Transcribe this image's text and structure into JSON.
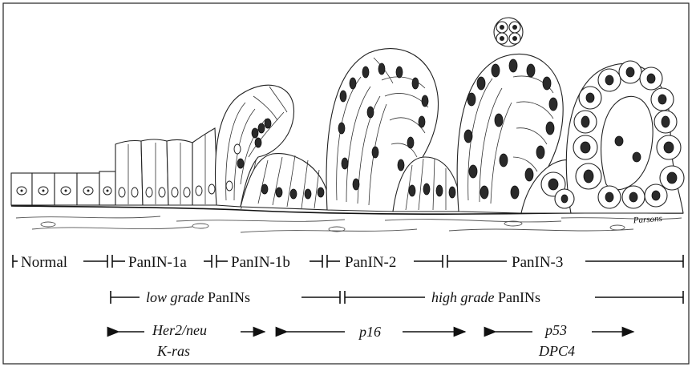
{
  "stages": [
    {
      "name": "stage-normal",
      "label": "Normal"
    },
    {
      "name": "stage-panin-1a",
      "label": "PanIN-1a"
    },
    {
      "name": "stage-panin-1b",
      "label": "PanIN-1b"
    },
    {
      "name": "stage-panin-2",
      "label": "PanIN-2"
    },
    {
      "name": "stage-panin-3",
      "label": "PanIN-3"
    }
  ],
  "grades": {
    "low": {
      "italic": "low grade",
      "normal": "PanINs"
    },
    "high": {
      "italic": "high grade",
      "normal": "PanINs"
    }
  },
  "genes": [
    {
      "name": "gene-her2-neu",
      "label": "Her2/neu"
    },
    {
      "name": "gene-k-ras",
      "label": "K-ras"
    },
    {
      "name": "gene-p16",
      "label": "p16"
    },
    {
      "name": "gene-p53",
      "label": "p53"
    },
    {
      "name": "gene-dpc4",
      "label": "DPC4"
    }
  ],
  "signature": "Parsons"
}
